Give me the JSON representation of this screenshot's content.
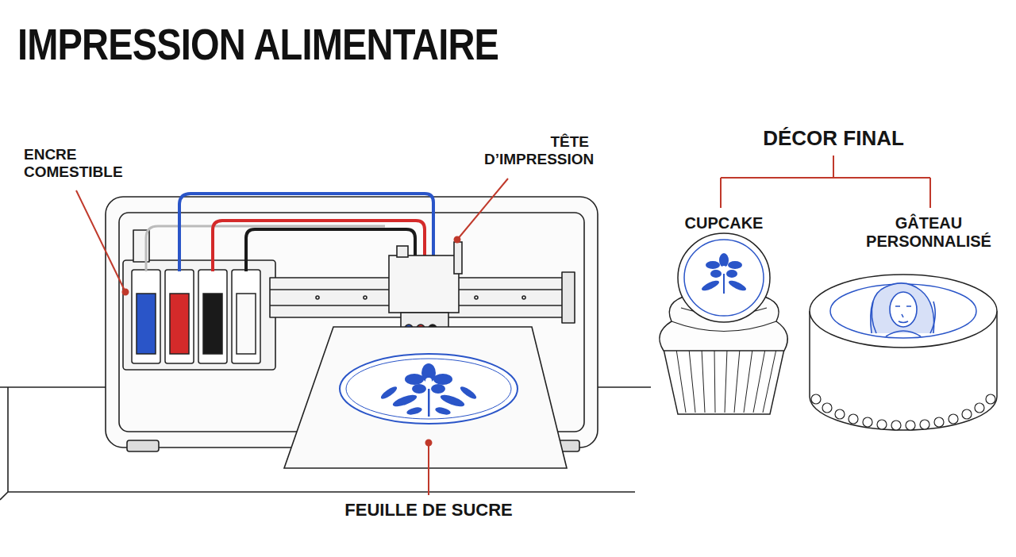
{
  "diagram": {
    "title": "IMPRESSION ALIMENTAIRE",
    "labels": [
      "ENCRE COMESTIBLE",
      "TÊTE D’IMPRESSION",
      "FEUILLE DE SUCRE",
      "DÉCOR FINAL",
      "CUPCAKE",
      "GÂTEAU PERSONNALISÉ"
    ]
  }
}
